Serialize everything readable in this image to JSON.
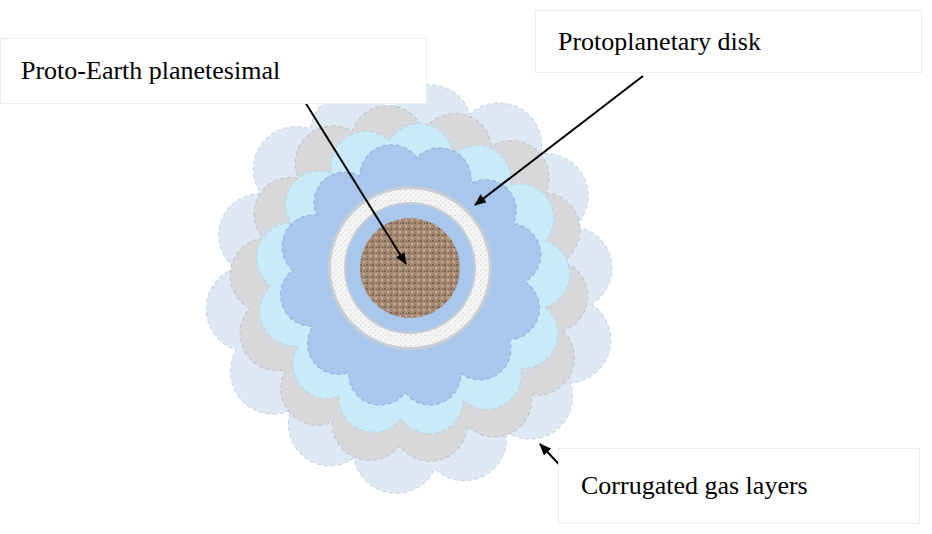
{
  "diagram": {
    "nodes": [
      {
        "text": [
          "Proto-Earth planetesimal"
        ]
      },
      {
        "text": [
          "Protoplanetary disk"
        ]
      },
      {
        "text": [
          "Corrugated gas layers"
        ]
      }
    ]
  }
}
